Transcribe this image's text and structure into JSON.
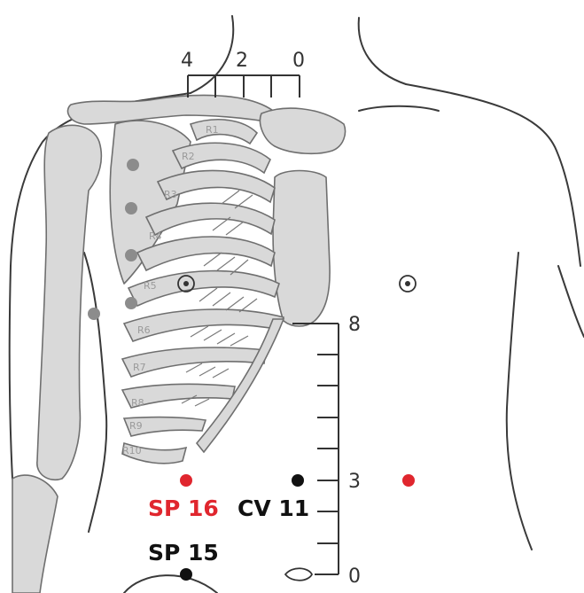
{
  "colors": {
    "acupoint_red": "#e0262e",
    "acupoint_black": "#111111",
    "marker_gray": "#8c8c8c",
    "bone_fill": "#d9d9d9"
  },
  "top_scale": {
    "labels": [
      "4",
      "2",
      "0"
    ]
  },
  "right_scale": {
    "labels": [
      "8",
      "3",
      "0"
    ]
  },
  "rib_labels": [
    "R1",
    "R2",
    "R3",
    "R4",
    "R5",
    "R6",
    "R7",
    "R8",
    "R9",
    "R10"
  ],
  "points": {
    "sp16": {
      "label": "SP 16",
      "color": "#e0262e"
    },
    "cv11": {
      "label": "CV 11",
      "color": "#111111"
    },
    "sp15": {
      "label": "SP 15",
      "color": "#111111"
    }
  },
  "icons": [
    "nipple-icon",
    "navel-icon"
  ]
}
